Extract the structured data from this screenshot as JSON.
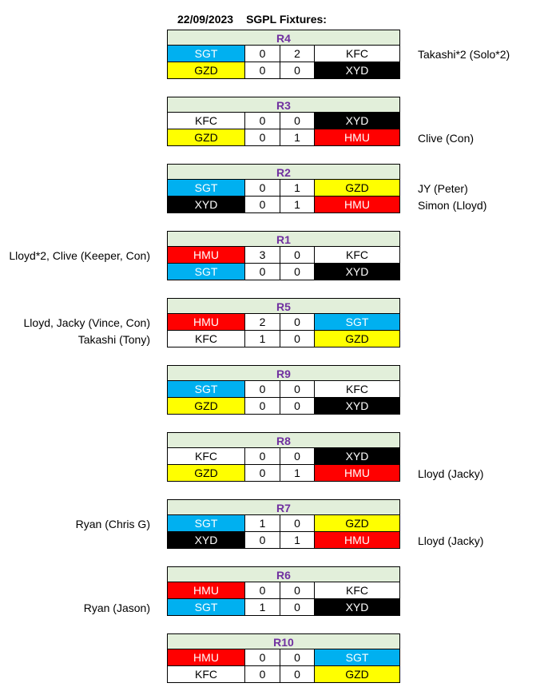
{
  "header": {
    "date": "22/09/2023",
    "title": "SGPL Fixtures:"
  },
  "rounds": [
    {
      "round": "R4",
      "matches": [
        {
          "home": "SGT",
          "home_score": "0",
          "away_score": "2",
          "away": "KFC",
          "note_left": "",
          "note_right": "Takashi*2 (Solo*2)"
        },
        {
          "home": "GZD",
          "home_score": "0",
          "away_score": "0",
          "away": "XYD",
          "note_left": "",
          "note_right": ""
        }
      ]
    },
    {
      "round": "R3",
      "matches": [
        {
          "home": "KFC",
          "home_score": "0",
          "away_score": "0",
          "away": "XYD",
          "note_left": "",
          "note_right": ""
        },
        {
          "home": "GZD",
          "home_score": "0",
          "away_score": "1",
          "away": "HMU",
          "note_left": "",
          "note_right": "Clive (Con)"
        }
      ]
    },
    {
      "round": "R2",
      "matches": [
        {
          "home": "SGT",
          "home_score": "0",
          "away_score": "1",
          "away": "GZD",
          "note_left": "",
          "note_right": "JY (Peter)"
        },
        {
          "home": "XYD",
          "home_score": "0",
          "away_score": "1",
          "away": "HMU",
          "note_left": "",
          "note_right": "Simon (Lloyd)"
        }
      ]
    },
    {
      "round": "R1",
      "matches": [
        {
          "home": "HMU",
          "home_score": "3",
          "away_score": "0",
          "away": "KFC",
          "note_left": "Lloyd*2, Clive (Keeper, Con)",
          "note_right": ""
        },
        {
          "home": "SGT",
          "home_score": "0",
          "away_score": "0",
          "away": "XYD",
          "note_left": "",
          "note_right": ""
        }
      ]
    },
    {
      "round": "R5",
      "matches": [
        {
          "home": "HMU",
          "home_score": "2",
          "away_score": "0",
          "away": "SGT",
          "note_left": "Lloyd, Jacky (Vince, Con)",
          "note_right": ""
        },
        {
          "home": "KFC",
          "home_score": "1",
          "away_score": "0",
          "away": "GZD",
          "note_left": "Takashi (Tony)",
          "note_right": ""
        }
      ]
    },
    {
      "round": "R9",
      "matches": [
        {
          "home": "SGT",
          "home_score": "0",
          "away_score": "0",
          "away": "KFC",
          "note_left": "",
          "note_right": ""
        },
        {
          "home": "GZD",
          "home_score": "0",
          "away_score": "0",
          "away": "XYD",
          "note_left": "",
          "note_right": ""
        }
      ]
    },
    {
      "round": "R8",
      "matches": [
        {
          "home": "KFC",
          "home_score": "0",
          "away_score": "0",
          "away": "XYD",
          "note_left": "",
          "note_right": ""
        },
        {
          "home": "GZD",
          "home_score": "0",
          "away_score": "1",
          "away": "HMU",
          "note_left": "",
          "note_right": "Lloyd (Jacky)"
        }
      ]
    },
    {
      "round": "R7",
      "matches": [
        {
          "home": "SGT",
          "home_score": "1",
          "away_score": "0",
          "away": "GZD",
          "note_left": "Ryan (Chris G)",
          "note_right": ""
        },
        {
          "home": "XYD",
          "home_score": "0",
          "away_score": "1",
          "away": "HMU",
          "note_left": "",
          "note_right": "Lloyd (Jacky)"
        }
      ]
    },
    {
      "round": "R6",
      "matches": [
        {
          "home": "HMU",
          "home_score": "0",
          "away_score": "0",
          "away": "KFC",
          "note_left": "",
          "note_right": ""
        },
        {
          "home": "SGT",
          "home_score": "1",
          "away_score": "0",
          "away": "XYD",
          "note_left": "Ryan (Jason)",
          "note_right": ""
        }
      ]
    },
    {
      "round": "R10",
      "matches": [
        {
          "home": "HMU",
          "home_score": "0",
          "away_score": "0",
          "away": "SGT",
          "note_left": "",
          "note_right": ""
        },
        {
          "home": "KFC",
          "home_score": "0",
          "away_score": "0",
          "away": "GZD",
          "note_left": "",
          "note_right": ""
        }
      ]
    }
  ],
  "team_colors": {
    "SGT": "#00b0f0",
    "GZD": "#ffff00",
    "XYD": "#000000",
    "HMU": "#ff0000",
    "KFC": "#ffffff"
  }
}
